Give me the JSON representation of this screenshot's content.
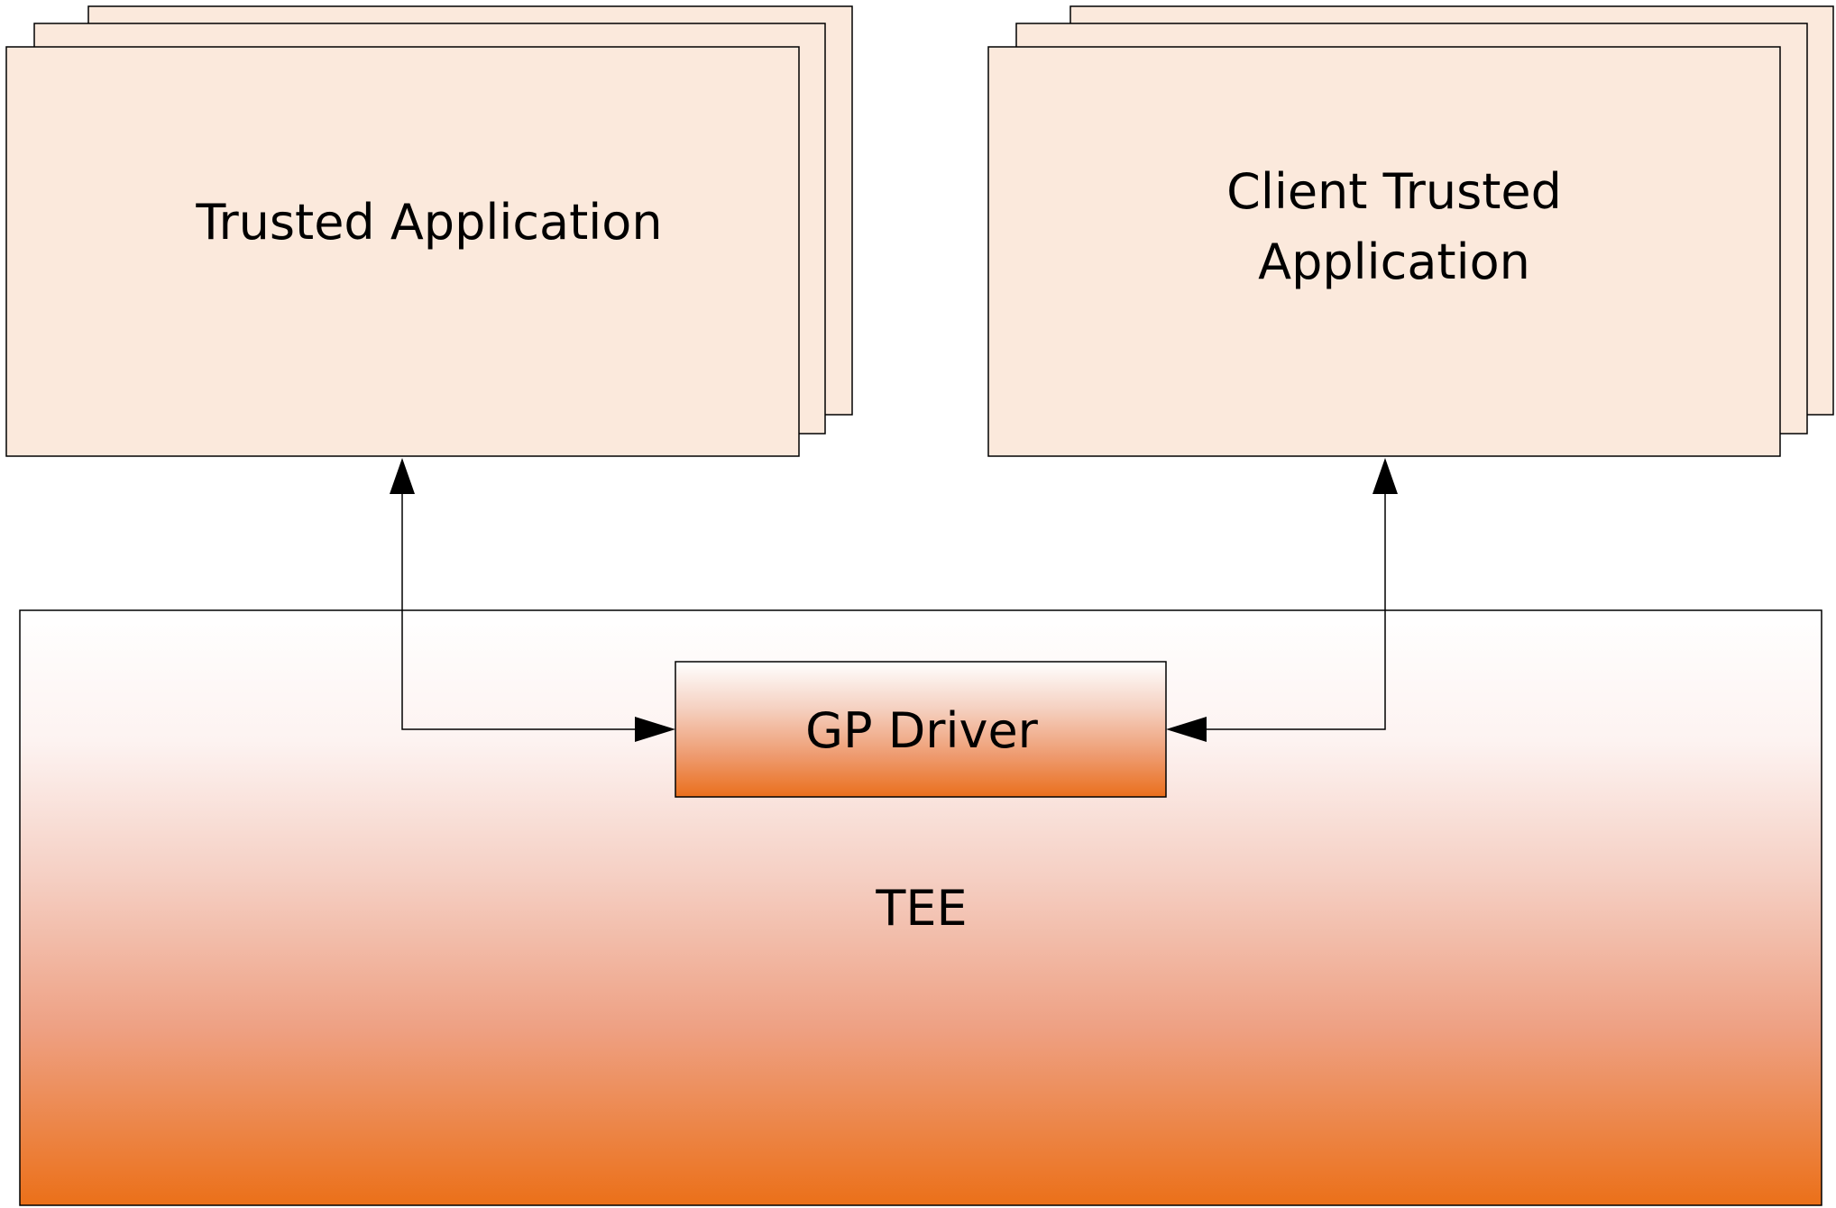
{
  "diagram": {
    "title": "",
    "nodes": {
      "trusted_app": {
        "label": "Trusted Application",
        "lines": [
          "Trusted Application"
        ],
        "shape": "stacked-rectangles",
        "fill": "#fbe9dc"
      },
      "client_app": {
        "label": "Client Trusted Application",
        "lines": [
          "Client Trusted",
          "Application"
        ],
        "shape": "stacked-rectangles",
        "fill": "#fbe9dc"
      },
      "tee": {
        "label": "TEE",
        "shape": "rectangle",
        "gradient_top": "#ffffff",
        "gradient_bottom": "#eb7019"
      },
      "gp_driver": {
        "label": "GP Driver",
        "shape": "rectangle",
        "gradient_top": "#ffffff",
        "gradient_bottom": "#ea6f1c"
      }
    },
    "edges": [
      {
        "from": "gp_driver",
        "to": "trusted_app",
        "arrows": "both"
      },
      {
        "from": "gp_driver",
        "to": "client_app",
        "arrows": "both"
      }
    ],
    "colors": {
      "stroke": "#000000",
      "card_fill": "#fbe9dc"
    }
  }
}
